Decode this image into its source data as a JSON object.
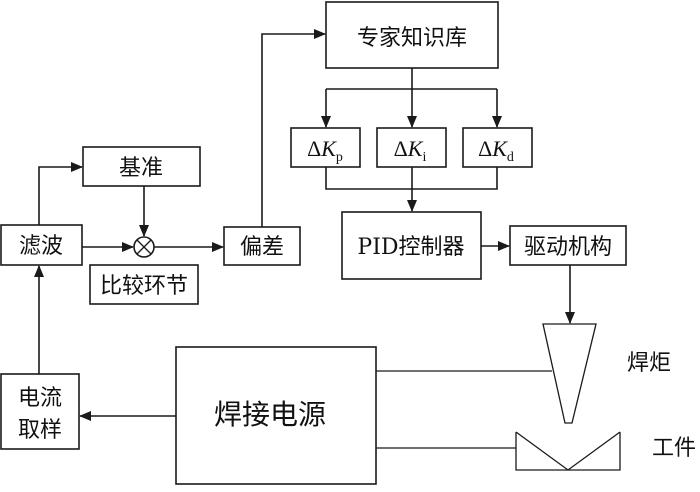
{
  "diagram": {
    "type": "block-diagram",
    "description": "Expert PID welding current control loop",
    "blocks": {
      "expert_kb": "专家知识库",
      "delta_kp": {
        "prefix": "Δ",
        "var": "K",
        "sub": "p"
      },
      "delta_ki": {
        "prefix": "Δ",
        "var": "K",
        "sub": "i"
      },
      "delta_kd": {
        "prefix": "Δ",
        "var": "K",
        "sub": "d"
      },
      "pid_controller": "PID控制器",
      "drive_mechanism": "驱动机构",
      "welding_power": "焊接电源",
      "current_sampling_line1": "电流",
      "current_sampling_line2": "取样",
      "filter": "滤波",
      "reference": "基准",
      "comparison": "比较环节",
      "deviation": "偏差"
    },
    "labels": {
      "torch": "焊炬",
      "workpiece": "工件"
    },
    "edges": [
      {
        "from": "偏差",
        "to": "专家知识库"
      },
      {
        "from": "专家知识库",
        "to": "ΔKp"
      },
      {
        "from": "专家知识库",
        "to": "ΔKi"
      },
      {
        "from": "专家知识库",
        "to": "ΔKd"
      },
      {
        "from": "ΔKp,ΔKi,ΔKd",
        "to": "PID控制器"
      },
      {
        "from": "PID控制器",
        "to": "驱动机构"
      },
      {
        "from": "驱动机构",
        "to": "焊炬"
      },
      {
        "from": "焊接电源",
        "to": "焊炬"
      },
      {
        "from": "焊接电源",
        "to": "工件"
      },
      {
        "from": "焊接电源",
        "to": "电流取样"
      },
      {
        "from": "电流取样",
        "to": "滤波"
      },
      {
        "from": "滤波",
        "to": "基准"
      },
      {
        "from": "滤波",
        "to": "比较环节"
      },
      {
        "from": "基准",
        "to": "比较环节"
      },
      {
        "from": "比较环节",
        "to": "偏差"
      }
    ]
  }
}
